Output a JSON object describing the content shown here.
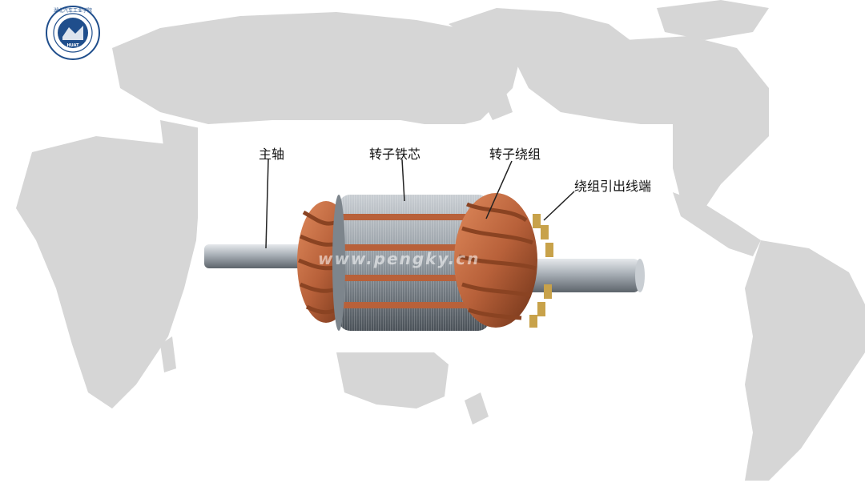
{
  "diagram": {
    "labels": {
      "shaft": "主轴",
      "core": "转子铁芯",
      "winding": "转子绕组",
      "leads": "绕组引出线端"
    },
    "watermark": "www.pengky.cn"
  },
  "logo": {
    "initials": "HUAT",
    "ring_text": "湖北汽车工业学院"
  },
  "colors": {
    "map": "#d4d4d4",
    "copper": "#b8613a",
    "steel": "#9aa3ab",
    "navy": "#1f4e8c"
  }
}
